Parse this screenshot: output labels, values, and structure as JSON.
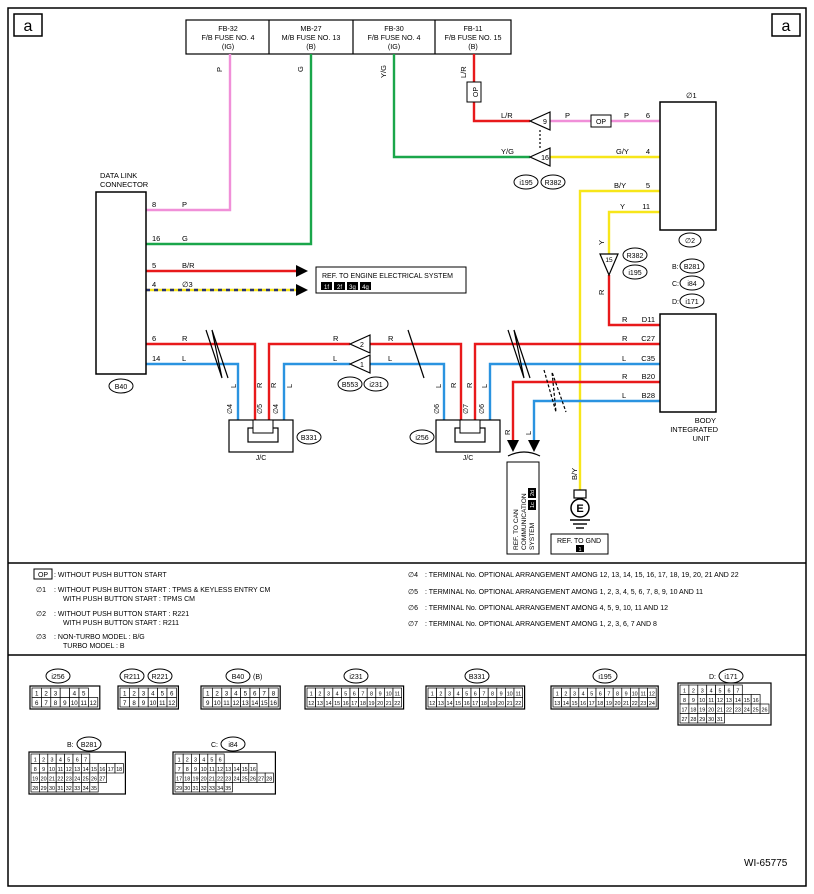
{
  "page_marker": "a",
  "drawing_id": "WI-65775",
  "fuses": [
    {
      "id": "FB-32",
      "name": "F/B FUSE NO. 4",
      "supply": "(IG)"
    },
    {
      "id": "MB-27",
      "name": "M/B FUSE NO. 13",
      "supply": "(B)"
    },
    {
      "id": "FB-30",
      "name": "F/B FUSE NO. 4",
      "supply": "(IG)"
    },
    {
      "id": "FB-11",
      "name": "F/B FUSE NO. 15",
      "supply": "(B)"
    }
  ],
  "wire_colors": {
    "P": "P",
    "G": "G",
    "YG": "Y/G",
    "LR": "L/R",
    "GY": "G/Y",
    "BY": "B/Y",
    "Y": "Y",
    "R": "R",
    "L": "L",
    "BR": "B/R",
    "star3": "∅3"
  },
  "colors": {
    "pink": "#f08fd8",
    "green": "#1aa64a",
    "red": "#e8191b",
    "blue": "#2a93e0",
    "yellow": "#f7e61a",
    "navy": "#27316e",
    "black": "#000000"
  },
  "dlc": {
    "title_line1": "DATA LINK",
    "title_line2": "CONNECTOR",
    "connector": "B40",
    "pins": [
      "8",
      "16",
      "5",
      "4",
      "6",
      "14"
    ]
  },
  "op_label": "OP",
  "star1": "∅1",
  "star2": "∅2",
  "connectors": [
    "i195",
    "R382",
    "B553",
    "i231",
    "B331",
    "i256",
    "B281",
    "i84",
    "i171"
  ],
  "bcm_side_connectors": {
    "b": "B:",
    "c": "C:",
    "d": "D:"
  },
  "relay_upper": {
    "pins": [
      "9",
      "16"
    ]
  },
  "relay_mid": {
    "pins": [
      "2",
      "1"
    ]
  },
  "relay_right": {
    "pin": "15"
  },
  "bcm": {
    "title_lines": [
      "BODY",
      "INTEGRATED",
      "UNIT"
    ],
    "pins_top": [
      "6",
      "4",
      "5",
      "11"
    ],
    "pins_bottom": [
      "D11",
      "C27",
      "C35",
      "B20",
      "B28"
    ]
  },
  "engine_ref": {
    "title": "REF. TO ENGINE ELECTRICAL SYSTEM",
    "pages": [
      "1f",
      "2f",
      "3g",
      "4g"
    ]
  },
  "can_ref": {
    "line1": "REF. TO CAN",
    "line2": "COMMUNICATION",
    "line3": "SYSTEM",
    "pages": [
      "1c",
      "2d"
    ]
  },
  "gnd_ref": {
    "title": "REF. TO GND",
    "page": "1"
  },
  "ground_symbol": "E",
  "jc_label": "J/C",
  "jc_stars": [
    "∅4",
    "∅5",
    "∅4",
    "∅6",
    "∅7",
    "∅6"
  ],
  "legend": {
    "left": [
      {
        "key": "OP",
        "lines": [
          ": WITHOUT PUSH BUTTON START"
        ]
      },
      {
        "key": "∅1",
        "lines": [
          ": WITHOUT PUSH BUTTON START : TPMS & KEYLESS ENTRY CM",
          "WITH PUSH BUTTON START : TPMS CM"
        ]
      },
      {
        "key": "∅2",
        "lines": [
          ": WITHOUT PUSH BUTTON START : R221",
          "WITH PUSH BUTTON START : R211"
        ]
      },
      {
        "key": "∅3",
        "lines": [
          ": NON-TURBO MODEL : B/G",
          "TURBO MODEL : B"
        ]
      }
    ],
    "right": [
      {
        "key": "∅4",
        "text": ": TERMINAL No. OPTIONAL ARRANGEMENT AMONG 12, 13, 14, 15, 16, 17, 18, 19, 20, 21 AND 22"
      },
      {
        "key": "∅5",
        "text": ": TERMINAL No. OPTIONAL ARRANGEMENT AMONG 1, 2, 3, 4, 5, 6, 7, 8, 9, 10 AND 11"
      },
      {
        "key": "∅6",
        "text": ": TERMINAL No. OPTIONAL ARRANGEMENT AMONG 4, 5, 9, 10, 11 AND 12"
      },
      {
        "key": "∅7",
        "text": ": TERMINAL No. OPTIONAL ARRANGEMENT AMONG 1, 2, 3, 6, 7 AND 8"
      }
    ]
  },
  "connector_views": [
    {
      "tags": [
        "i256"
      ],
      "rows": [
        [
          "1",
          "2",
          "3",
          "",
          "4",
          "5"
        ],
        [
          "6",
          "7",
          "8",
          "9",
          "10",
          "11",
          "12"
        ]
      ]
    },
    {
      "tags": [
        "R211",
        "R221"
      ],
      "rows": [
        [
          "1",
          "2",
          "3",
          "4",
          "5",
          "6"
        ],
        [
          "7",
          "8",
          "9",
          "10",
          "11",
          "12"
        ]
      ]
    },
    {
      "tags": [
        "B40"
      ],
      "suffix": "(B)",
      "rows": [
        [
          "1",
          "2",
          "3",
          "4",
          "5",
          "6",
          "7",
          "8"
        ],
        [
          "9",
          "10",
          "11",
          "12",
          "13",
          "14",
          "15",
          "16"
        ]
      ]
    },
    {
      "tags": [
        "i231"
      ],
      "rows": [
        [
          "1",
          "2",
          "3",
          "4",
          "5",
          "6",
          "7",
          "8",
          "9",
          "10",
          "11"
        ],
        [
          "12",
          "13",
          "14",
          "15",
          "16",
          "17",
          "18",
          "19",
          "20",
          "21",
          "22"
        ]
      ]
    },
    {
      "tags": [
        "B331"
      ],
      "rows": [
        [
          "1",
          "2",
          "3",
          "4",
          "5",
          "6",
          "7",
          "8",
          "9",
          "10",
          "11"
        ],
        [
          "12",
          "13",
          "14",
          "15",
          "16",
          "17",
          "18",
          "19",
          "20",
          "21",
          "22"
        ]
      ]
    },
    {
      "tags": [
        "i195"
      ],
      "rows": [
        [
          "1",
          "2",
          "3",
          "4",
          "5",
          "6",
          "7",
          "8",
          "9",
          "10",
          "11",
          "12"
        ],
        [
          "13",
          "14",
          "15",
          "16",
          "17",
          "18",
          "19",
          "20",
          "21",
          "22",
          "23",
          "24"
        ]
      ]
    },
    {
      "tags": [
        "i171"
      ],
      "prefix": "D:",
      "rows": [
        [
          "1",
          "2",
          "3",
          "4",
          "5",
          "6",
          "7"
        ],
        [
          "8",
          "9",
          "10",
          "11",
          "12",
          "13",
          "14",
          "15",
          "16"
        ],
        [
          "17",
          "18",
          "19",
          "20",
          "21",
          "22",
          "23",
          "24",
          "25",
          "26"
        ],
        [
          "27",
          "28",
          "29",
          "30",
          "31"
        ]
      ]
    },
    {
      "tags": [
        "B281"
      ],
      "prefix": "B:",
      "rows": [
        [
          "1",
          "2",
          "3",
          "4",
          "5",
          "6",
          "7"
        ],
        [
          "8",
          "9",
          "10",
          "11",
          "12",
          "13",
          "14",
          "15",
          "16",
          "17",
          "18"
        ],
        [
          "19",
          "20",
          "21",
          "22",
          "23",
          "24",
          "25",
          "26",
          "27"
        ],
        [
          "28",
          "29",
          "30",
          "31",
          "32",
          "33",
          "34",
          "35"
        ]
      ]
    },
    {
      "tags": [
        "i84"
      ],
      "prefix": "C:",
      "rows": [
        [
          "1",
          "2",
          "3",
          "4",
          "5",
          "6"
        ],
        [
          "7",
          "8",
          "9",
          "10",
          "11",
          "12",
          "13",
          "14",
          "15",
          "16"
        ],
        [
          "17",
          "18",
          "19",
          "20",
          "21",
          "22",
          "23",
          "24",
          "25",
          "26",
          "27",
          "28"
        ],
        [
          "29",
          "30",
          "31",
          "32",
          "33",
          "34",
          "35"
        ]
      ]
    }
  ]
}
